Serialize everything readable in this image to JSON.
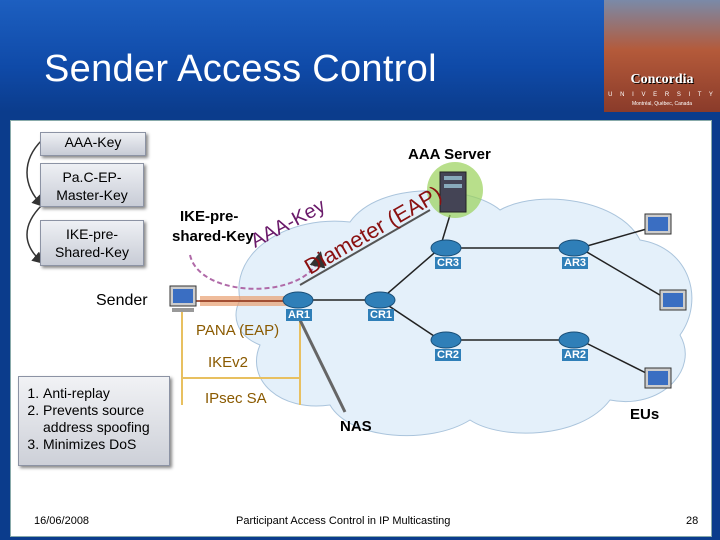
{
  "slide": {
    "title": "Sender Access Control",
    "logo": {
      "word": "Concordia",
      "sub": "U N I V E R S I T Y",
      "sub2": "Montréal, Québec, Canada"
    }
  },
  "keys": {
    "aaa_key": "AAA-Key",
    "pac_line1": "Pa.C-EP-",
    "pac_line2": "Master-Key",
    "ike_line1": "IKE-pre-",
    "ike_line2": "Shared-Key"
  },
  "labels": {
    "aaa_server": "AAA Server",
    "ike_shared_1": "IKE-pre-",
    "ike_shared_2": "shared-Key",
    "aaa_key_curve": "AAA-Key",
    "diameter": "Diameter (EAP)",
    "sender": "Sender",
    "pana": "PANA (EAP)",
    "ikev2": "IKEv2",
    "ipsec": "IPsec  SA",
    "nas": "NAS",
    "eus": "EUs"
  },
  "routers": [
    {
      "name": "CR3"
    },
    {
      "name": "AR3"
    },
    {
      "name": "AR1"
    },
    {
      "name": "CR1"
    },
    {
      "name": "CR2"
    },
    {
      "name": "AR2"
    }
  ],
  "notes": [
    "Anti-replay",
    "Prevents source address spoofing",
    "Minimizes DoS"
  ],
  "footer": {
    "date": "16/06/2008",
    "title": "Participant Access Control in IP Multicasting",
    "page": "28"
  },
  "colors": {
    "header": "#1d5fc0",
    "router": "#2f7fb8",
    "cloud": "#e4f0fa",
    "curve": "#b06aa8",
    "ipsec_bar": "#e8a070"
  }
}
